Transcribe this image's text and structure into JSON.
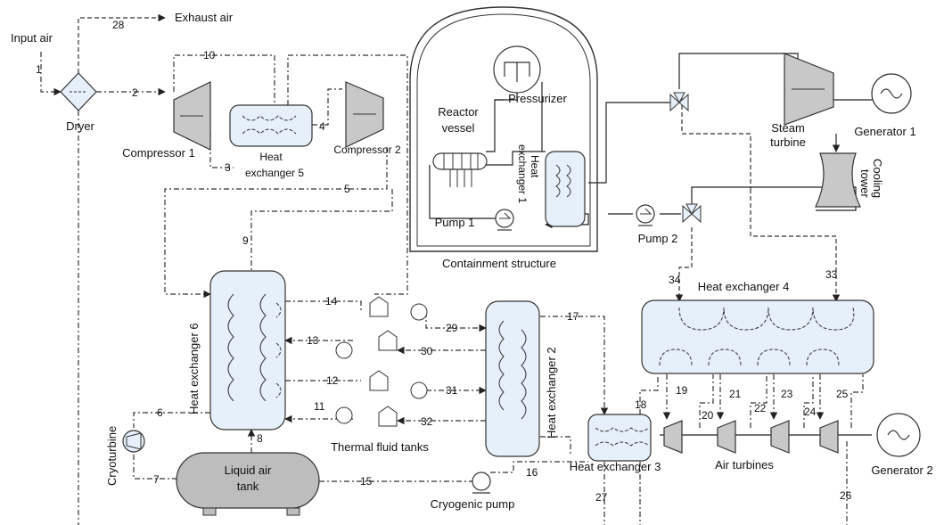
{
  "palette": {
    "hx_fill": "#e6f0fa",
    "machine_fill": "#c8c8c8",
    "tank_fill": "#bdbdbd",
    "line": "#333333"
  },
  "labels": {
    "input_air": "Input air",
    "exhaust_air": "Exhaust air",
    "dryer": "Dryer",
    "compressor1": "Compressor 1",
    "compressor2": "Compressor 2",
    "hx5_line1": "Heat",
    "hx5_line2": "exchanger 5",
    "reactor_line1": "Reactor",
    "reactor_line2": "vessel",
    "pressurizer": "Pressurizer",
    "hx1_line1": "Heat",
    "hx1_line2": "exchanger 1",
    "pump1": "Pump 1",
    "pump2": "Pump 2",
    "containment": "Containment structure",
    "steam_line1": "Steam",
    "steam_line2": "turbine",
    "generator1": "Generator 1",
    "cooling_line1": "Cooling",
    "cooling_line2": "tower",
    "hx4": "Heat exchanger 4",
    "hx6": "Heat exchanger 6",
    "hx2": "Heat exchanger 2",
    "hx3": "Heat exchanger 3",
    "thermal_tanks": "Thermal fluid tanks",
    "air_turbines": "Air turbines",
    "generator2": "Generator 2",
    "cryoturbine": "Cryoturbine",
    "tank_line1": "Liquid air",
    "tank_line2": "tank",
    "cryo_pump": "Cryogenic pump"
  },
  "streams": {
    "s1": "1",
    "s2": "2",
    "s3": "3",
    "s4": "4",
    "s5": "5",
    "s6": "6",
    "s7": "7",
    "s8": "8",
    "s9": "9",
    "s10": "10",
    "s11": "11",
    "s12": "12",
    "s13": "13",
    "s14": "14",
    "s15": "15",
    "s16": "16",
    "s17": "17",
    "s18": "18",
    "s19": "19",
    "s20": "20",
    "s21": "21",
    "s22": "22",
    "s23": "23",
    "s24": "24",
    "s25": "25",
    "s26": "26",
    "s27": "27",
    "s28": "28",
    "s29": "29",
    "s30": "30",
    "s31": "31",
    "s32": "32",
    "s33": "33",
    "s34": "34"
  },
  "icons": {
    "generator": "sine-circle-icon",
    "pump": "pump-circle-icon",
    "valve": "three-way-valve-icon",
    "compressor": "trapezoid-compressor-icon",
    "turbine": "trapezoid-turbine-icon",
    "tank": "pentagon-tank-icon"
  }
}
